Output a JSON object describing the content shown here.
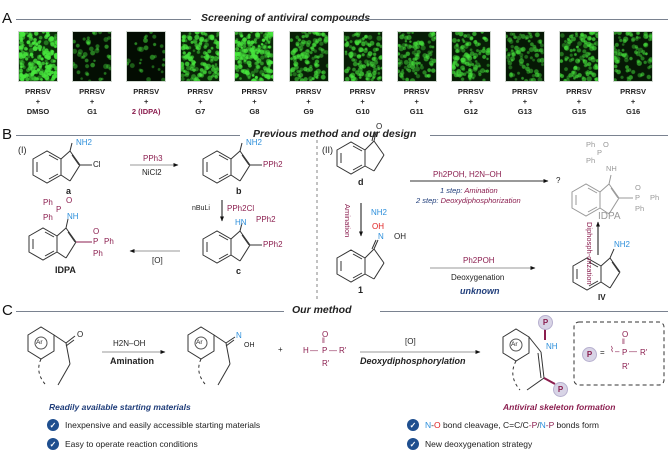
{
  "section_a": {
    "letter": "A",
    "title": "Screening of antiviral compounds",
    "panels": [
      {
        "top": "PRRSV",
        "plus": "+",
        "bottom": "DMSO",
        "intensity": 1.0,
        "highlight": false
      },
      {
        "top": "PRRSV",
        "plus": "+",
        "bottom": "G1",
        "intensity": 0.15,
        "highlight": false
      },
      {
        "top": "PRRSV",
        "plus": "+",
        "bottom": "2 (IDPA)",
        "intensity": 0.05,
        "highlight": true
      },
      {
        "top": "PRRSV",
        "plus": "+",
        "bottom": "G7",
        "intensity": 0.75,
        "highlight": false
      },
      {
        "top": "PRRSV",
        "plus": "+",
        "bottom": "G8",
        "intensity": 0.95,
        "highlight": false
      },
      {
        "top": "PRRSV",
        "plus": "+",
        "bottom": "G9",
        "intensity": 0.6,
        "highlight": false
      },
      {
        "top": "PRRSV",
        "plus": "+",
        "bottom": "G10",
        "intensity": 0.6,
        "highlight": false
      },
      {
        "top": "PRRSV",
        "plus": "+",
        "bottom": "G11",
        "intensity": 0.5,
        "highlight": false
      },
      {
        "top": "PRRSV",
        "plus": "+",
        "bottom": "G12",
        "intensity": 0.55,
        "highlight": false
      },
      {
        "top": "PRRSV",
        "plus": "+",
        "bottom": "G13",
        "intensity": 0.4,
        "highlight": false
      },
      {
        "top": "PRRSV",
        "plus": "+",
        "bottom": "G15",
        "intensity": 0.55,
        "highlight": false
      },
      {
        "top": "PRRSV",
        "plus": "+",
        "bottom": "G16",
        "intensity": 0.4,
        "highlight": false
      }
    ]
  },
  "section_b": {
    "letter": "B",
    "title": "Previous method and our design",
    "route1": {
      "label": "(I)",
      "compound_a": {
        "substituent_top": "NH2",
        "substituent_right": "Cl",
        "label": "a"
      },
      "step1": {
        "reagent_top": "PPh3",
        "reagent_bottom": "NiCl2"
      },
      "compound_b": {
        "substituent_top": "NH2",
        "substituent_right": "PPh2",
        "label": "b"
      },
      "step2": {
        "reagent_left": "nBuLi",
        "reagent_right": "PPh2Cl"
      },
      "compound_c": {
        "substituent_top": "HN",
        "substituent_top_p": "PPh2",
        "substituent_right": "PPh2",
        "label": "c"
      },
      "step3": {
        "reagent": "[O]"
      },
      "product": {
        "label": "IDPA",
        "ph": "Ph",
        "o": "O",
        "nh": "NH",
        "p": "P"
      }
    },
    "route2": {
      "label": "(II)",
      "compound_d": {
        "label": "d",
        "o": "O"
      },
      "down_arrow_side": "Amination",
      "down_arrow_reagent_n": "NH2",
      "down_arrow_reagent_o": "OH",
      "compound_1": {
        "label": "1",
        "n": "N",
        "oh": "OH"
      },
      "direct_arrow": {
        "reagent_top": "Ph2POH, H2N–OH",
        "line1_prefix": "1 step:",
        "line1": "Amination",
        "line2_prefix": "2 step:",
        "line2": "Deoxydiphosphorization",
        "result": "?"
      },
      "lower_arrow": {
        "reagent_top": "Ph2POH",
        "reagent_bottom": "Deoxygenation",
        "status": "unknown"
      },
      "compound_iv": {
        "label": "IV",
        "nh2": "NH2"
      },
      "up_arrow_side": "Diphosph-orization",
      "target": {
        "label": "IDPA"
      }
    }
  },
  "section_c": {
    "letter": "C",
    "title": "Our method",
    "step1": {
      "reagent": "H2N–OH",
      "label": "Amination"
    },
    "plus": "+",
    "phosphine": {
      "h": "H",
      "p": "P",
      "o": "O",
      "r": "R'"
    },
    "step2": {
      "reagent": "[O]",
      "label": "Deoxydiphosphorylation"
    },
    "ar": "Ar",
    "legend": {
      "p_symbol": "P",
      "equals": "=",
      "r": "R'"
    },
    "left_caption": "Readily available  starting materials",
    "right_caption": "Antiviral skeleton formation",
    "bullets_left": [
      "Inexpensive and easily accessible starting materials",
      "Easy to operate reaction conditions"
    ],
    "bullets_right_1": {
      "n": "N",
      "dash": "-",
      "o": "O",
      "rest1": " bond cleavage,  C=C/C",
      "p1": "-P",
      "slash": "/",
      "n2": "N",
      "p2": "-P",
      "rest2": " bonds form"
    },
    "bullets_right_2": "New deoxygenation strategy"
  },
  "colors": {
    "maroon": "#8b1e4f",
    "blue": "#2d8fdb",
    "red": "#e02020",
    "navy": "#1f3d7a",
    "check": "#1f4f8f",
    "rule": "#7a8290"
  }
}
